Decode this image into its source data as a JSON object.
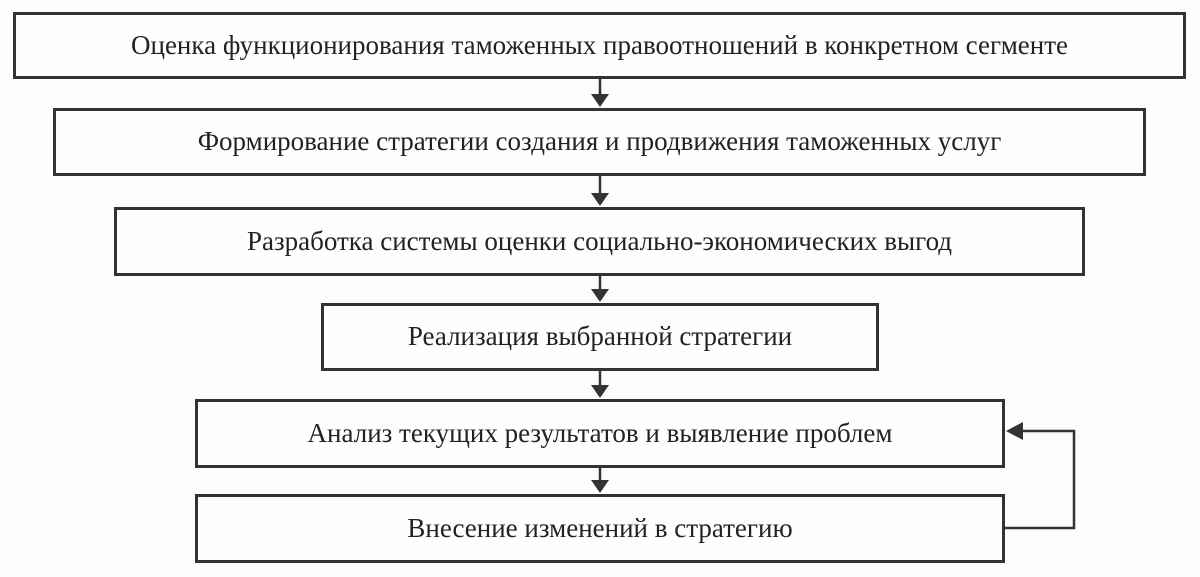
{
  "diagram": {
    "type": "flowchart",
    "direction": "top-to-bottom",
    "language": "ru",
    "steps": [
      {
        "index": 1,
        "label": "Оценка функционирования таможенных правоотношений в конкретном сегменте"
      },
      {
        "index": 2,
        "label": "Формирование стратегии создания и продвижения таможенных услуг"
      },
      {
        "index": 3,
        "label": "Разработка системы оценки социально-экономических выгод"
      },
      {
        "index": 4,
        "label": "Реализация выбранной стратегии"
      },
      {
        "index": 5,
        "label": "Анализ текущих результатов и выявление проблем"
      },
      {
        "index": 6,
        "label": "Внесение изменений в стратегию"
      }
    ],
    "connections": [
      {
        "from": 1,
        "to": 2,
        "type": "arrow-down"
      },
      {
        "from": 2,
        "to": 3,
        "type": "arrow-down"
      },
      {
        "from": 3,
        "to": 4,
        "type": "arrow-down"
      },
      {
        "from": 4,
        "to": 5,
        "type": "arrow-down"
      },
      {
        "from": 5,
        "to": 6,
        "type": "arrow-down"
      },
      {
        "from": 6,
        "to": 5,
        "type": "feedback-loop-right-side"
      }
    ],
    "colors": {
      "border": "#333333",
      "text": "#222222",
      "box_fill": "#fefefe",
      "background": "#fdfdfd"
    }
  }
}
